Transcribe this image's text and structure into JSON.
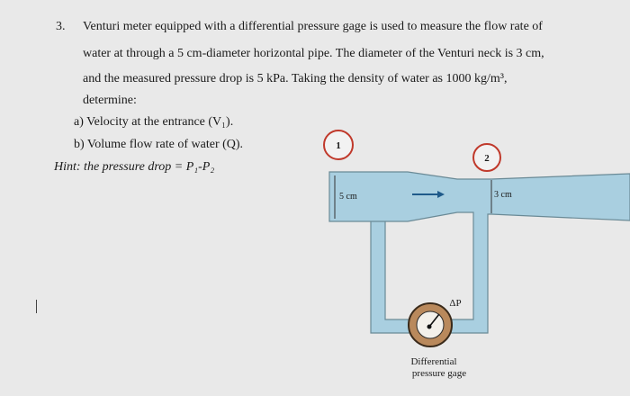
{
  "problem": {
    "number": "3.",
    "lines": [
      "Venturi meter equipped with a differential pressure gage is used to measure the flow rate of",
      "water at through a 5 cm-diameter horizontal pipe. The diameter of the Venturi neck is 3 cm,",
      "and the measured pressure drop is 5 kPa. Taking the density of water as 1000 kg/m³,",
      "determine:"
    ],
    "part_a": "a)  Velocity at the entrance (V₁).",
    "part_b": "b)  Volume flow rate of water (Q).",
    "hint": "Hint: the pressure drop = P₁-P₂"
  },
  "diagram": {
    "point1_label": "1",
    "point2_label": "2",
    "inlet_diameter": "5 cm",
    "neck_diameter": "3 cm",
    "delta_p": "ΔP",
    "gage_caption_line1": "Differential",
    "gage_caption_line2": "pressure gage",
    "colors": {
      "water": "#a9cfe0",
      "pipe_edge": "#6a8a96",
      "marker_ring": "#c0392b",
      "gage_fill": "#b9895c",
      "arrow": "#1f5a8a"
    }
  }
}
